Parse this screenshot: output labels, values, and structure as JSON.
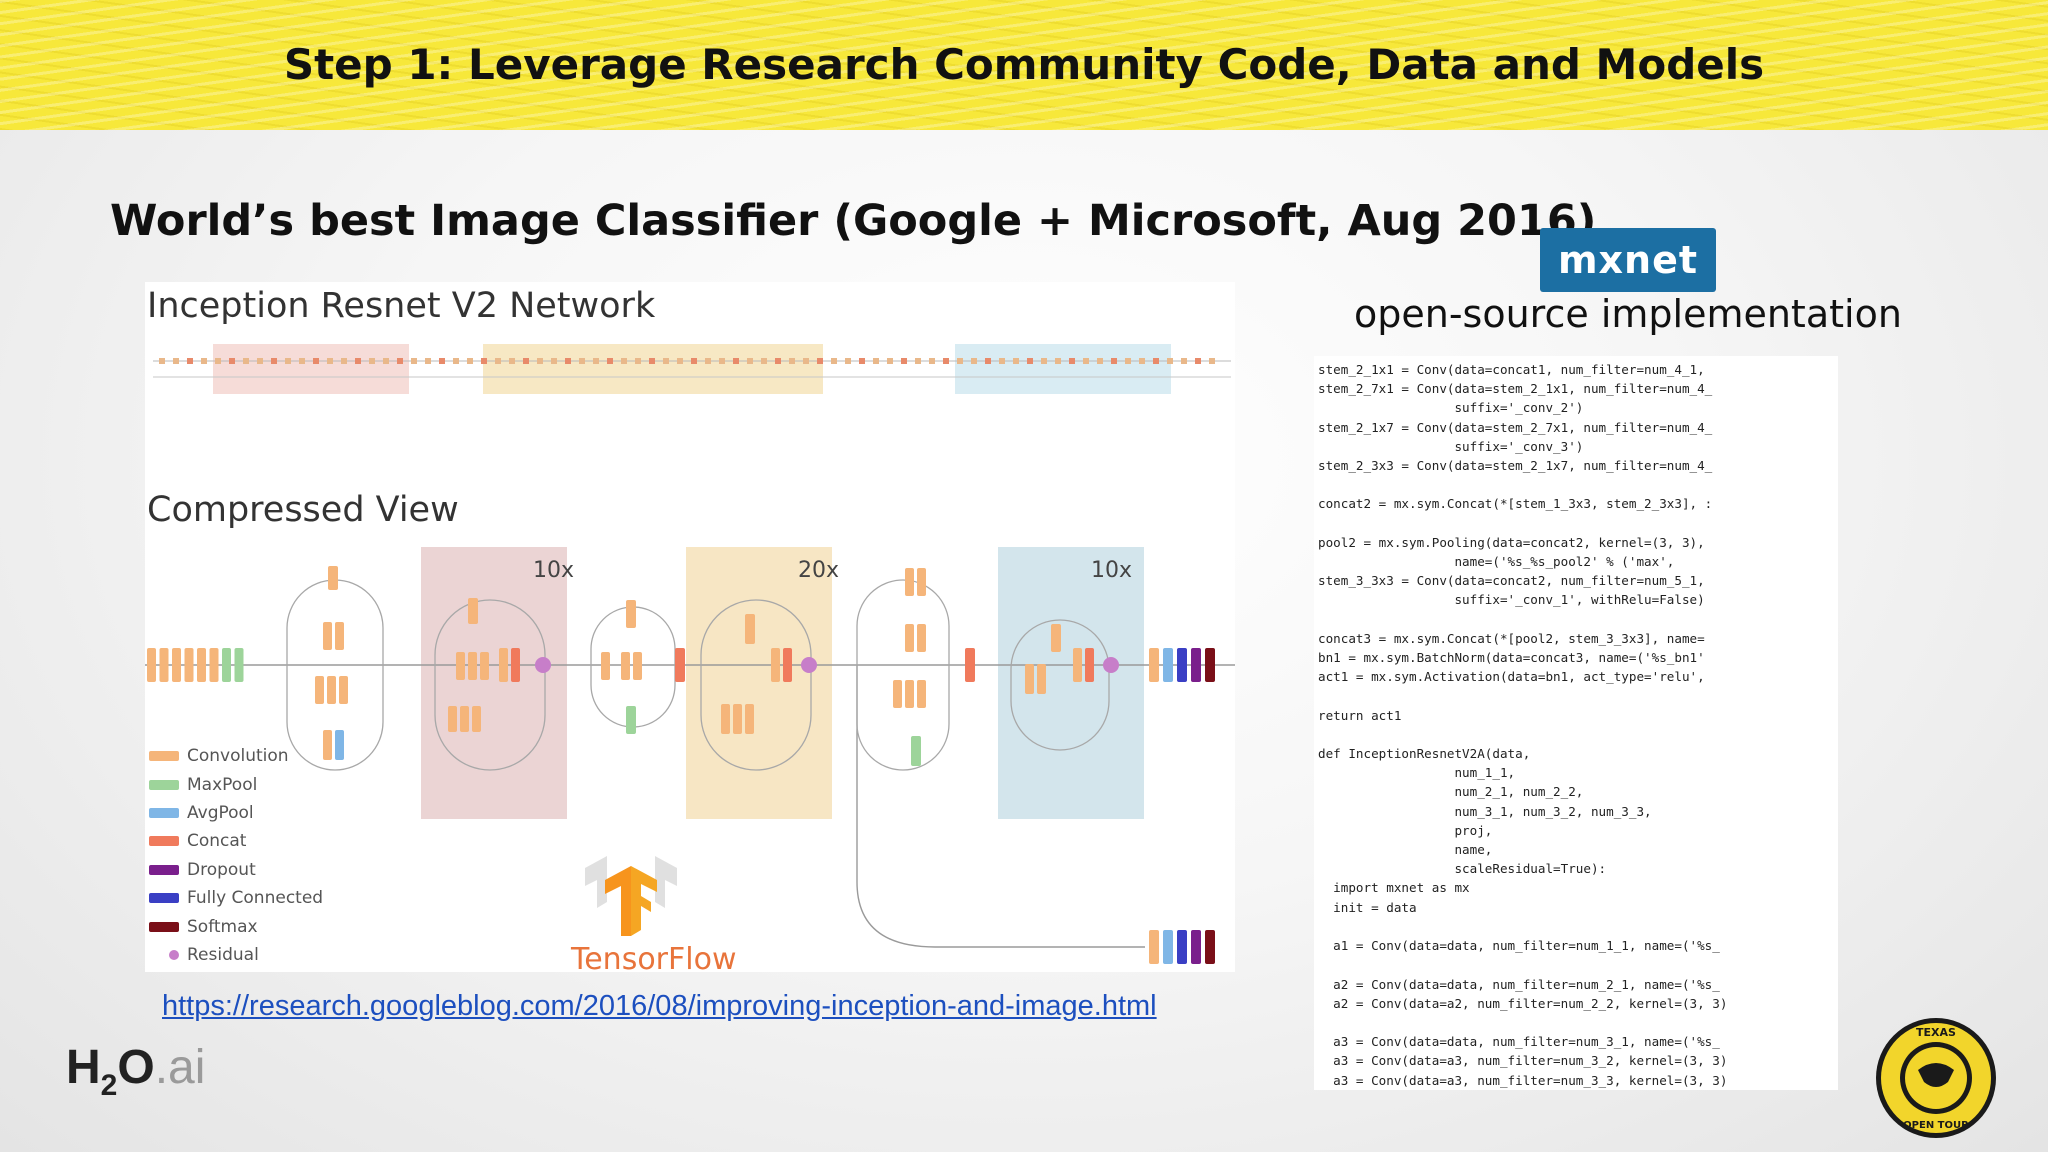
{
  "slide": {
    "title": "Step 1: Leverage Research Community Code, Data and Models",
    "heading": "World’s best Image Classifier (Google + Microsoft, Aug 2016)",
    "link": "https://research.googleblog.com/2016/08/improving-inception-and-image.html"
  },
  "diagram": {
    "title_network": "Inception Resnet V2 Network",
    "title_compressed": "Compressed View",
    "multipliers": [
      "10x",
      "20x",
      "10x"
    ],
    "legend": [
      {
        "label": "Convolution",
        "color": "#f5b57a"
      },
      {
        "label": "MaxPool",
        "color": "#9dd49a"
      },
      {
        "label": "AvgPool",
        "color": "#7fb6e6"
      },
      {
        "label": "Concat",
        "color": "#f07a5c"
      },
      {
        "label": "Dropout",
        "color": "#7a1f8c"
      },
      {
        "label": "Fully Connected",
        "color": "#3a3fc4"
      },
      {
        "label": "Softmax",
        "color": "#7a0f18"
      },
      {
        "label": "Residual",
        "color": "#c77ec9"
      }
    ],
    "tensorflow_label": "TensorFlow"
  },
  "right": {
    "mxnet_logo": "mxnet",
    "caption": "open-source implementation",
    "code_lines": [
      "stem_2_1x1 = Conv(data=concat1, num_filter=num_4_1,",
      "stem_2_7x1 = Conv(data=stem_2_1x1, num_filter=num_4_",
      "                  suffix='_conv_2')",
      "stem_2_1x7 = Conv(data=stem_2_7x1, num_filter=num_4_",
      "                  suffix='_conv_3')",
      "stem_2_3x3 = Conv(data=stem_2_1x7, num_filter=num_4_",
      "",
      "concat2 = mx.sym.Concat(*[stem_1_3x3, stem_2_3x3], :",
      "",
      "pool2 = mx.sym.Pooling(data=concat2, kernel=(3, 3),",
      "                  name=('%s_%s_pool2' % ('max',",
      "stem_3_3x3 = Conv(data=concat2, num_filter=num_5_1,",
      "                  suffix='_conv_1', withRelu=False)",
      "",
      "concat3 = mx.sym.Concat(*[pool2, stem_3_3x3], name=",
      "bn1 = mx.sym.BatchNorm(data=concat3, name=('%s_bn1'",
      "act1 = mx.sym.Activation(data=bn1, act_type='relu',",
      "",
      "return act1",
      "",
      "def InceptionResnetV2A(data,",
      "                  num_1_1,",
      "                  num_2_1, num_2_2,",
      "                  num_3_1, num_3_2, num_3_3,",
      "                  proj,",
      "                  name,",
      "                  scaleResidual=True):",
      "  import mxnet as mx",
      "  init = data",
      "",
      "  a1 = Conv(data=data, num_filter=num_1_1, name=('%s_",
      "",
      "  a2 = Conv(data=data, num_filter=num_2_1, name=('%s_",
      "  a2 = Conv(data=a2, num_filter=num_2_2, kernel=(3, 3)",
      "",
      "  a3 = Conv(data=data, num_filter=num_3_1, name=('%s_",
      "  a3 = Conv(data=a3, num_filter=num_3_2, kernel=(3, 3)",
      "  a3 = Conv(data=a3, num_filter=num_3_3, kernel=(3, 3)"
    ]
  },
  "branding": {
    "h2o_main": "H",
    "h2o_sub": "2",
    "h2o_o": "O",
    "h2o_dot": ".",
    "h2o_ai": "ai",
    "badge_top": "TEXAS",
    "badge_bottom": "OPEN TOUR"
  }
}
